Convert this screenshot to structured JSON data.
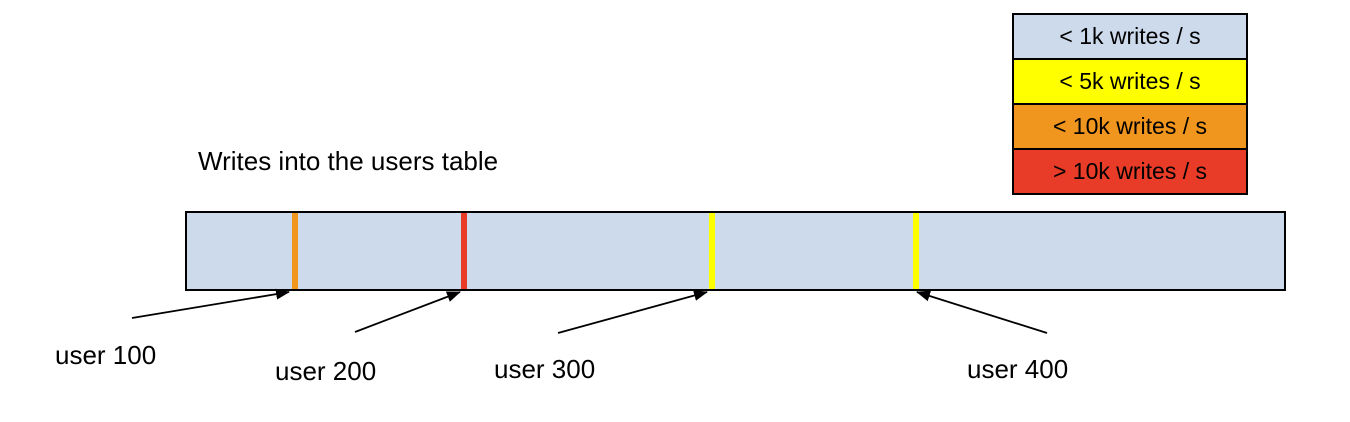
{
  "title": "Writes into the users table",
  "colors": {
    "bar_fill": "#ccdaec",
    "light_blue": "#ccdaec",
    "yellow": "#ffff00",
    "orange": "#f0951e",
    "red": "#e83c28",
    "border": "#000000"
  },
  "legend": {
    "items": [
      {
        "label": "< 1k writes / s",
        "color": "#ccdaec"
      },
      {
        "label": "< 5k writes / s",
        "color": "#ffff00"
      },
      {
        "label": "< 10k writes / s",
        "color": "#f0951e"
      },
      {
        "label": "> 10k writes / s",
        "color": "#e83c28"
      }
    ]
  },
  "bar": {
    "fill_color": "#ccdaec",
    "markers": [
      {
        "user": "user 100",
        "rate_band": "< 10k writes / s",
        "color": "#f0951e"
      },
      {
        "user": "user 200",
        "rate_band": "> 10k writes / s",
        "color": "#e83c28"
      },
      {
        "user": "user 300",
        "rate_band": "< 5k writes / s",
        "color": "#ffff00"
      },
      {
        "user": "user 400",
        "rate_band": "< 5k writes / s",
        "color": "#ffff00"
      }
    ]
  }
}
